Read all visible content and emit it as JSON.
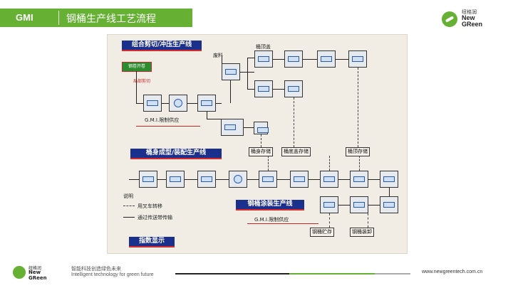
{
  "header": {
    "logo": "GMI",
    "title": "钢桶生产线工艺流程"
  },
  "brand": {
    "name_cn": "纽格润",
    "name_en_line1": "New",
    "name_en_line2": "GReen"
  },
  "diagram": {
    "banner_top": "组合剪切/冲压生产线",
    "banner_body": "桶身成型/装配生产线",
    "banner_paint": "钢桶涂装生产线",
    "banner_indicator": "指数显示",
    "label_waste": "废料",
    "label_lid": "桶顶盖",
    "label_supply_top": "G.M.I.限制供应",
    "label_supply_bottom": "G.M.I.限制供应",
    "green_box": "钢卷开卷",
    "red_note": "局部剪切",
    "store_body": "桶身存储",
    "store_bottom_lid": "桶底盖存储",
    "store_top_lid": "桶顶存储",
    "store_drum": "钢桶贮存",
    "store_load": "钢桶装卸",
    "legend": {
      "title": "说明",
      "forklift": "用叉车转移",
      "conveyor": "通过传送带传输"
    }
  },
  "footer": {
    "brand_cn": "纽格润",
    "brand_en_line1": "New",
    "brand_en_line2": "GReen",
    "slogan_cn": "智能科技创造绿色未来",
    "slogan_en": "Intelligent technology for  green future",
    "url": "www.newgreentech.com.cn"
  },
  "colors": {
    "accent_green": "#66b034",
    "banner_blue": "#1b2f8c",
    "banner_red": "#d42a2a"
  }
}
